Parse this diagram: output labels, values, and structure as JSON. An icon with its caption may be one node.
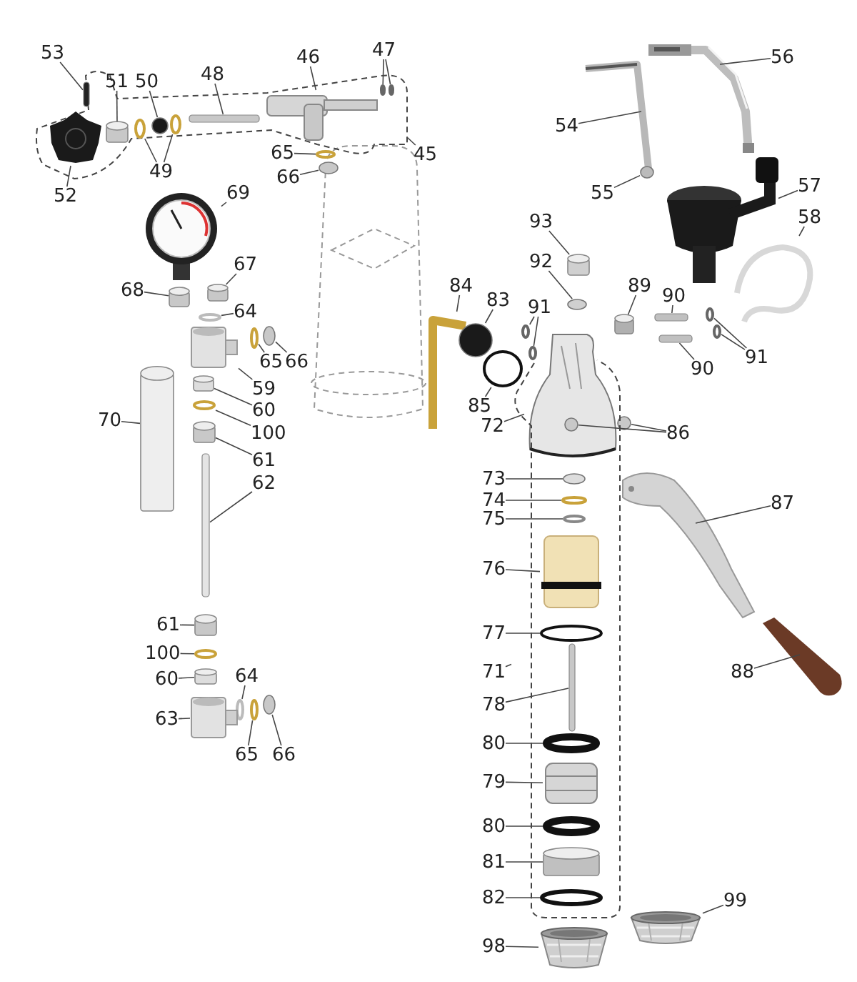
{
  "diagram": {
    "nodes": [
      {
        "text": [
          "45"
        ]
      },
      {
        "text": [],
        "shape": "outline"
      },
      {
        "text": [
          "53"
        ]
      },
      {
        "text": [],
        "shape": "bar",
        "in": 1
      },
      {
        "text": [
          "51"
        ]
      },
      {
        "text": [],
        "shape": "cylinder",
        "in": 1
      },
      {
        "text": [
          "50"
        ]
      },
      {
        "text": [],
        "shape": "circle",
        "in": 1
      },
      {
        "text": [
          "49"
        ]
      },
      {
        "text": [],
        "shape": "ring",
        "in": 1
      },
      {
        "text": [],
        "shape": "ring",
        "in": 1
      },
      {
        "text": [
          "48"
        ]
      },
      {
        "text": [],
        "shape": "bar",
        "in": 1
      },
      {
        "text": [
          "46"
        ]
      },
      {
        "text": [],
        "shape": "picture",
        "in": 1
      },
      {
        "text": [
          "47"
        ]
      },
      {
        "text": [],
        "shape": "ring",
        "in": 1
      },
      {
        "text": [],
        "shape": "ring",
        "in": 1
      },
      {
        "text": [
          "52"
        ]
      },
      {
        "text": [],
        "shape": "picture",
        "in": 1
      },
      {
        "text": [
          "65"
        ]
      },
      {
        "text": [],
        "shape": "ring"
      },
      {
        "text": [
          "66"
        ]
      },
      {
        "text": [],
        "shape": "circle"
      },
      {
        "text": [
          "69"
        ]
      },
      {
        "text": [],
        "shape": "picture"
      },
      {
        "text": [
          "67"
        ]
      },
      {
        "text": [],
        "shape": "cylinder"
      },
      {
        "text": [
          "68"
        ]
      },
      {
        "text": [],
        "shape": "cylinder"
      },
      {
        "text": [
          "64"
        ]
      },
      {
        "text": [],
        "shape": "ring"
      },
      {
        "text": [
          "65"
        ]
      },
      {
        "text": [],
        "shape": "ring"
      },
      {
        "text": [
          "66"
        ]
      },
      {
        "text": [],
        "shape": "circle"
      },
      {
        "text": [
          "59"
        ]
      },
      {
        "text": [],
        "shape": "picture"
      },
      {
        "text": [
          "60"
        ]
      },
      {
        "text": [],
        "shape": "cylinder"
      },
      {
        "text": [
          "100"
        ]
      },
      {
        "text": [],
        "shape": "ring"
      },
      {
        "text": [
          "61"
        ]
      },
      {
        "text": [],
        "shape": "cylinder"
      },
      {
        "text": [
          "62"
        ]
      },
      {
        "text": [],
        "shape": "bar"
      },
      {
        "text": [
          "70"
        ]
      },
      {
        "text": [],
        "shape": "cylinder"
      },
      {
        "text": [
          "61"
        ]
      },
      {
        "text": [],
        "shape": "cylinder"
      },
      {
        "text": [
          "100"
        ]
      },
      {
        "text": [],
        "shape": "ring"
      },
      {
        "text": [
          "60"
        ]
      },
      {
        "text": [],
        "shape": "cylinder"
      },
      {
        "text": [
          "64"
        ]
      },
      {
        "text": [],
        "shape": "ring"
      },
      {
        "text": [
          "63"
        ]
      },
      {
        "text": [],
        "shape": "picture"
      },
      {
        "text": [
          "65"
        ]
      },
      {
        "text": [],
        "shape": "ring"
      },
      {
        "text": [
          "66"
        ]
      },
      {
        "text": [],
        "shape": "circle"
      },
      {
        "text": [
          "54"
        ]
      },
      {
        "text": [],
        "shape": "picture"
      },
      {
        "text": [
          "55"
        ]
      },
      {
        "text": [],
        "shape": "circle"
      },
      {
        "text": [
          "56"
        ]
      },
      {
        "text": [],
        "shape": "picture"
      },
      {
        "text": [
          "57"
        ]
      },
      {
        "text": [],
        "shape": "picture"
      },
      {
        "text": [
          "58"
        ]
      },
      {
        "text": [],
        "shape": "picture"
      },
      {
        "text": [
          "93"
        ]
      },
      {
        "text": [],
        "shape": "cylinder"
      },
      {
        "text": [
          "92"
        ]
      },
      {
        "text": [],
        "shape": "circle"
      },
      {
        "text": [
          "91"
        ]
      },
      {
        "text": [],
        "shape": "ring"
      },
      {
        "text": [],
        "shape": "ring"
      },
      {
        "text": [
          "89"
        ]
      },
      {
        "text": [],
        "shape": "cylinder"
      },
      {
        "text": [
          "90"
        ]
      },
      {
        "text": [],
        "shape": "bar"
      },
      {
        "text": [
          "90"
        ]
      },
      {
        "text": [],
        "shape": "bar"
      },
      {
        "text": [
          "91"
        ]
      },
      {
        "text": [],
        "shape": "ring"
      },
      {
        "text": [],
        "shape": "ring"
      },
      {
        "text": [
          "84"
        ]
      },
      {
        "text": [],
        "shape": "picture"
      },
      {
        "text": [
          "83"
        ]
      },
      {
        "text": [],
        "shape": "circle"
      },
      {
        "text": [
          "85"
        ]
      },
      {
        "text": [],
        "shape": "ring"
      },
      {
        "text": [
          "72"
        ]
      },
      {
        "text": [],
        "shape": "picture"
      },
      {
        "text": [
          "86"
        ]
      },
      {
        "text": [],
        "shape": "circle"
      },
      {
        "text": [],
        "shape": "circle"
      },
      {
        "text": [
          "71"
        ]
      },
      {
        "text": [],
        "shape": "outline"
      },
      {
        "text": [
          "73"
        ]
      },
      {
        "text": [],
        "shape": "circle",
        "in": 100
      },
      {
        "text": [
          "74"
        ]
      },
      {
        "text": [],
        "shape": "ring",
        "in": 100
      },
      {
        "text": [
          "75"
        ]
      },
      {
        "text": [],
        "shape": "ring",
        "in": 100
      },
      {
        "text": [
          "76"
        ]
      },
      {
        "text": [],
        "shape": "picture",
        "in": 100
      },
      {
        "text": [
          "77"
        ]
      },
      {
        "text": [],
        "shape": "ring",
        "in": 100
      },
      {
        "text": [
          "78"
        ]
      },
      {
        "text": [],
        "shape": "bar",
        "in": 100
      },
      {
        "text": [
          "80"
        ]
      },
      {
        "text": [],
        "shape": "ring",
        "in": 100
      },
      {
        "text": [
          "79"
        ]
      },
      {
        "text": [],
        "shape": "picture",
        "in": 100
      },
      {
        "text": [
          "80"
        ]
      },
      {
        "text": [],
        "shape": "ring",
        "in": 100
      },
      {
        "text": [
          "81"
        ]
      },
      {
        "text": [],
        "shape": "cylinder",
        "in": 100
      },
      {
        "text": [
          "82"
        ]
      },
      {
        "text": [],
        "shape": "ring",
        "in": 100
      },
      {
        "text": [
          "98"
        ]
      },
      {
        "text": [],
        "shape": "picture"
      },
      {
        "text": [
          "87"
        ]
      },
      {
        "text": [],
        "shape": "picture"
      },
      {
        "text": [
          "88"
        ]
      },
      {
        "text": [],
        "shape": "picture"
      },
      {
        "text": [
          "99"
        ]
      },
      {
        "text": [],
        "shape": "picture"
      }
    ],
    "edges": [
      {
        "from": 0,
        "to": 1,
        "arrow": "none"
      },
      {
        "from": 2,
        "to": 3,
        "arrow": "none"
      },
      {
        "from": 4,
        "to": 5,
        "arrow": "none"
      },
      {
        "from": 6,
        "to": 7,
        "arrow": "none"
      },
      {
        "from": 8,
        "to": 9,
        "arrow": "none"
      },
      {
        "from": 8,
        "to": 10,
        "arrow": "none"
      },
      {
        "from": 11,
        "to": 12,
        "arrow": "none"
      },
      {
        "from": 13,
        "to": 19,
        "arrow": "none"
      },
      {
        "from": 15,
        "to": 16,
        "arrow": "none"
      },
      {
        "from": 15,
        "to": 17,
        "arrow": "none"
      },
      {
        "from": 18,
        "to": 14,
        "arrow": "none"
      },
      {
        "from": 20,
        "to": 21,
        "arrow": "none"
      },
      {
        "from": 22,
        "to": 23,
        "arrow": "none"
      },
      {
        "from": 24,
        "to": 25,
        "arrow": "none"
      },
      {
        "from": 26,
        "to": 27,
        "arrow": "none"
      },
      {
        "from": 28,
        "to": 29,
        "arrow": "none"
      },
      {
        "from": 30,
        "to": 31,
        "arrow": "none"
      },
      {
        "from": 32,
        "to": 33,
        "arrow": "none"
      },
      {
        "from": 34,
        "to": 35,
        "arrow": "none"
      },
      {
        "from": 36,
        "to": 37,
        "arrow": "none"
      },
      {
        "from": 38,
        "to": 39,
        "arrow": "none"
      },
      {
        "from": 40,
        "to": 41,
        "arrow": "none"
      },
      {
        "from": 42,
        "to": 43,
        "arrow": "none"
      },
      {
        "from": 44,
        "to": 45,
        "arrow": "none"
      },
      {
        "from": 46,
        "to": 47,
        "arrow": "none"
      },
      {
        "from": 48,
        "to": 49,
        "arrow": "none"
      },
      {
        "from": 50,
        "to": 51,
        "arrow": "none"
      },
      {
        "from": 52,
        "to": 53,
        "arrow": "none"
      },
      {
        "from": 54,
        "to": 55,
        "arrow": "none"
      },
      {
        "from": 56,
        "to": 57,
        "arrow": "none"
      },
      {
        "from": 58,
        "to": 59,
        "arrow": "none"
      },
      {
        "from": 60,
        "to": 61,
        "arrow": "none"
      },
      {
        "from": 62,
        "to": 63,
        "arrow": "none"
      },
      {
        "from": 64,
        "to": 65,
        "arrow": "none"
      },
      {
        "from": 66,
        "to": 67,
        "arrow": "none"
      },
      {
        "from": 68,
        "to": 69,
        "arrow": "none"
      },
      {
        "from": 70,
        "to": 71,
        "arrow": "none"
      },
      {
        "from": 72,
        "to": 73,
        "arrow": "none"
      },
      {
        "from": 74,
        "to": 75,
        "arrow": "none"
      },
      {
        "from": 76,
        "to": 77,
        "arrow": "none"
      },
      {
        "from": 76,
        "to": 78,
        "arrow": "none"
      },
      {
        "from": 79,
        "to": 80,
        "arrow": "none"
      },
      {
        "from": 81,
        "to": 82,
        "arrow": "none"
      },
      {
        "from": 83,
        "to": 84,
        "arrow": "none"
      },
      {
        "from": 85,
        "to": 86,
        "arrow": "none"
      },
      {
        "from": 85,
        "to": 87,
        "arrow": "none"
      },
      {
        "from": 88,
        "to": 89,
        "arrow": "none"
      },
      {
        "from": 90,
        "to": 91,
        "arrow": "none"
      },
      {
        "from": 92,
        "to": 93,
        "arrow": "none"
      },
      {
        "from": 94,
        "to": 95,
        "arrow": "none"
      },
      {
        "from": 96,
        "to": 97,
        "arrow": "none"
      },
      {
        "from": 96,
        "to": 98,
        "arrow": "none"
      },
      {
        "from": 99,
        "to": 100,
        "arrow": "none"
      },
      {
        "from": 101,
        "to": 102,
        "arrow": "none"
      },
      {
        "from": 103,
        "to": 104,
        "arrow": "none"
      },
      {
        "from": 105,
        "to": 106,
        "arrow": "none"
      },
      {
        "from": 107,
        "to": 108,
        "arrow": "none"
      },
      {
        "from": 109,
        "to": 110,
        "arrow": "none"
      },
      {
        "from": 111,
        "to": 112,
        "arrow": "none"
      },
      {
        "from": 113,
        "to": 114,
        "arrow": "none"
      },
      {
        "from": 115,
        "to": 116,
        "arrow": "none"
      },
      {
        "from": 117,
        "to": 118,
        "arrow": "none"
      },
      {
        "from": 119,
        "to": 120,
        "arrow": "none"
      },
      {
        "from": 121,
        "to": 122,
        "arrow": "none"
      },
      {
        "from": 123,
        "to": 124,
        "arrow": "none"
      },
      {
        "from": 125,
        "to": 126,
        "arrow": "none"
      },
      {
        "from": 127,
        "to": 128,
        "arrow": "none"
      },
      {
        "from": 129,
        "to": 130,
        "arrow": "none"
      }
    ]
  }
}
